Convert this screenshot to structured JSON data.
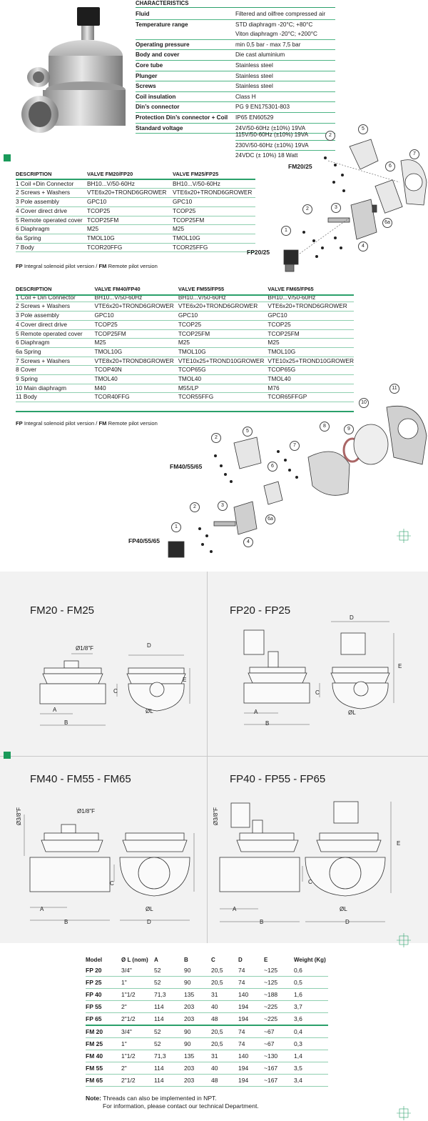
{
  "characteristics": {
    "title": "CHARACTERISTICS",
    "rows": [
      {
        "k": "Fluid",
        "v": "Filtered and oilfree compressed air"
      },
      {
        "k": "Temperature range",
        "v": "STD diaphragm   -20°C; +80°C\nViton diaphragm   -20°C; +200°C"
      },
      {
        "k": "Operating pressure",
        "v": "min 0,5 bar - max 7,5 bar"
      },
      {
        "k": "Body and cover",
        "v": "Die cast aluminium"
      },
      {
        "k": "Core tube",
        "v": "Stainless steel"
      },
      {
        "k": "Plunger",
        "v": "Stainless steel"
      },
      {
        "k": "Screws",
        "v": "Stainless steel"
      },
      {
        "k": "Coil insulation",
        "v": "Class H"
      },
      {
        "k": "Din’s connector",
        "v": "PG 9 EN175301-803"
      },
      {
        "k": "Protection Din’s connector + Coil",
        "v": "IP65 EN60529"
      },
      {
        "k": "Standard voltage",
        "v": "24V/50-60Hz (±10%) 19VA"
      }
    ],
    "voltages_extra": [
      "115V/50-60Hz (±10%) 19VA",
      "230V/50-60Hz (±10%) 19VA",
      "24VDC (± 10%) 18 Watt"
    ]
  },
  "table1": {
    "headers": [
      "DESCRIPTION",
      "VALVE FM20/FP20",
      "VALVE FM25/FP25"
    ],
    "rows": [
      [
        "1  Coil +Din Connector",
        "BH10...V/50-60Hz",
        "BH10...V/50-60Hz"
      ],
      [
        "2  Screws + Washers",
        "VTE6x20+TROND6GROWER",
        "VTE6x20+TROND6GROWER"
      ],
      [
        "3  Pole assembly",
        "GPC10",
        "GPC10"
      ],
      [
        "4  Cover direct drive",
        "TCOP25",
        "TCOP25"
      ],
      [
        "5  Remote operated cover",
        "TCOP25FM",
        "TCOP25FM"
      ],
      [
        "6  Diaphragm",
        "M25",
        "M25"
      ],
      [
        "6a Spring",
        "TMOL10G",
        "TMOL10G"
      ],
      [
        "7  Body",
        "TCOR20FFG",
        "TCOR25FFG"
      ]
    ],
    "note_fp": "FP",
    "note_fp_text": " Integral solenoid pilot version / ",
    "note_fm": "FM",
    "note_fm_text": " Remote pilot version"
  },
  "table2": {
    "headers": [
      "DESCRIPTION",
      "VALVE FM40/FP40",
      "VALVE FM55/FP55",
      "VALVE FM65/FP65"
    ],
    "rows": [
      [
        "1  Coil + Din Connector",
        "BH10...V/50-60Hz",
        "BH10...V/50-60Hz",
        "BH10...V/50-60Hz"
      ],
      [
        "2  Screws + Washers",
        "VTE6x20+TROND6GROWER",
        "VTE6x20+TROND6GROWER",
        "VTE6x20+TROND6GROWER"
      ],
      [
        "3  Pole assembly",
        "GPC10",
        "GPC10",
        "GPC10"
      ],
      [
        "4  Cover direct drive",
        "TCOP25",
        "TCOP25",
        "TCOP25"
      ],
      [
        "5  Remote operated cover",
        "TCOP25FM",
        "TCOP25FM",
        "TCOP25FM"
      ],
      [
        "6  Diaphragm",
        "M25",
        "M25",
        "M25"
      ],
      [
        "6a Spring",
        "TMOL10G",
        "TMOL10G",
        "TMOL10G"
      ],
      [
        "7  Screws + Washers",
        "VTE8x20+TROND8GROWER",
        "VTE10x25+TROND10GROWER",
        "VTE10x25+TROND10GROWER"
      ],
      [
        "8  Cover",
        "TCOP40N",
        "TCOP65G",
        "TCOP65G"
      ],
      [
        "9  Spring",
        "TMOL40",
        "TMOL40",
        "TMOL40"
      ],
      [
        "10 Main diaphragm",
        "M40",
        "M55/LP",
        "M76"
      ],
      [
        "11 Body",
        "TCOR40FFG",
        "TCOR55FFG",
        "TCOR65FFGP"
      ]
    ],
    "note_fp": "FP",
    "note_fp_text": " Integral solenoid pilot version / ",
    "note_fm": "FM",
    "note_fm_text": " Remote pilot version"
  },
  "exploded": {
    "fm2025": "FM20/25",
    "fp2025": "FP20/25",
    "fm405565": "FM40/55/65",
    "fp405565": "FP40/55/65"
  },
  "dimensions": {
    "title_fm2025": "FM20 - FM25",
    "title_fp2025": "FP20 - FP25",
    "title_fm40": "FM40 - FM55 - FM65",
    "title_fp40": "FP40 - FP55 - FP65",
    "port_18": "Ø1/8\"F",
    "port_38": "Ø3/8\"F",
    "labels": {
      "A": "A",
      "B": "B",
      "C": "C",
      "D": "D",
      "E": "E",
      "L": "ØL"
    }
  },
  "model_table": {
    "headers": [
      "Model",
      "Ø L (nom)",
      "A",
      "B",
      "C",
      "D",
      "E",
      "Weight (Kg)"
    ],
    "fp_rows": [
      [
        "FP 20",
        "3/4\"",
        "52",
        "90",
        "20,5",
        "74",
        "~125",
        "0,6"
      ],
      [
        "FP 25",
        "1\"",
        "52",
        "90",
        "20,5",
        "74",
        "~125",
        "0,5"
      ],
      [
        "FP 40",
        "1\"1/2",
        "71,3",
        "135",
        "31",
        "140",
        "~188",
        "1,6"
      ],
      [
        "FP 55",
        "2\"",
        "114",
        "203",
        "40",
        "194",
        "~225",
        "3,7"
      ],
      [
        "FP 65",
        "2\"1/2",
        "114",
        "203",
        "48",
        "194",
        "~225",
        "3,6"
      ]
    ],
    "fm_rows": [
      [
        "FM 20",
        "3/4\"",
        "52",
        "90",
        "20,5",
        "74",
        "~67",
        "0,4"
      ],
      [
        "FM 25",
        "1\"",
        "52",
        "90",
        "20,5",
        "74",
        "~67",
        "0,3"
      ],
      [
        "FM 40",
        "1\"1/2",
        "71,3",
        "135",
        "31",
        "140",
        "~130",
        "1,4"
      ],
      [
        "FM 55",
        "2\"",
        "114",
        "203",
        "40",
        "194",
        "~167",
        "3,5"
      ],
      [
        "FM 65",
        "2\"1/2",
        "114",
        "203",
        "48",
        "194",
        "~167",
        "3,4"
      ]
    ]
  },
  "footer": {
    "note_label": "Note:",
    "note_line1": " Threads can also be implemented in NPT.",
    "note_line2": "For information, please contact our technical Department."
  },
  "colors": {
    "accent": "#1a9a5a"
  }
}
